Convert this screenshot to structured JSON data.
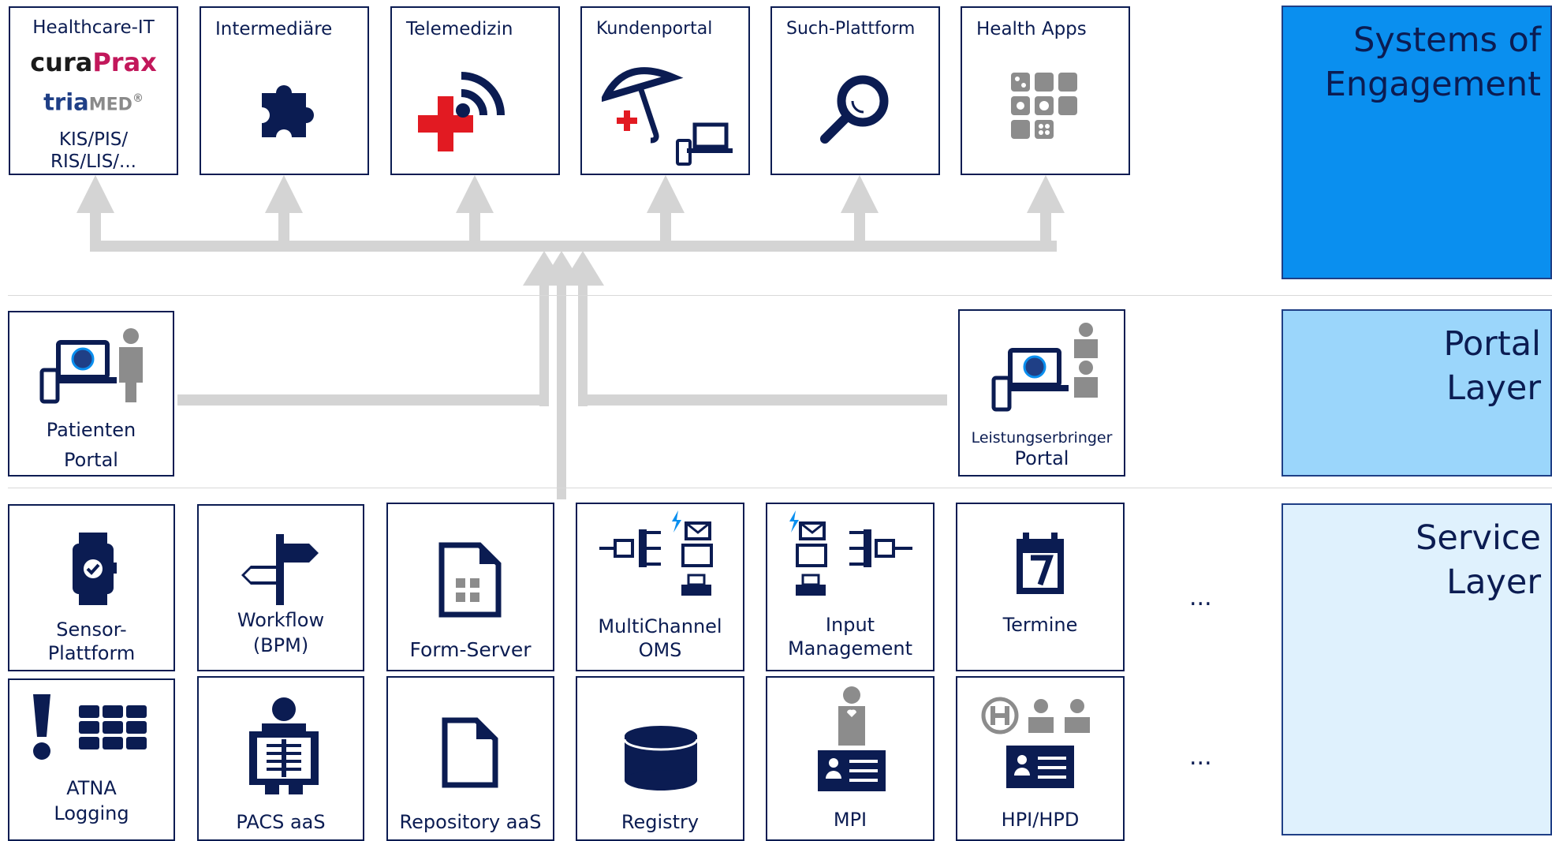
{
  "layers": {
    "engagement": {
      "line1": "Systems of",
      "line2": "Engagement",
      "color": "#0a8fef"
    },
    "portal": {
      "line1": "Portal",
      "line2": "Layer",
      "color": "#9bd6fb"
    },
    "service": {
      "line1": "Service",
      "line2": "Layer",
      "color": "#dff1fd"
    }
  },
  "engagement": {
    "healthcare_it": {
      "title": "Healthcare-IT",
      "brand1_a": "cura",
      "brand1_b": "Prax",
      "brand2_a": "tria",
      "brand2_b": "MED",
      "brand2_mark": "®",
      "line1": "KIS/PIS/",
      "line2": "RIS/LIS/..."
    },
    "intermediaere": {
      "title": "Intermediäre",
      "icon": "puzzle-icon"
    },
    "telemedizin": {
      "title": "Telemedizin",
      "icon": "telemedicine-icon"
    },
    "kundenportal": {
      "title": "Kundenportal",
      "icon": "umbrella-devices-icon"
    },
    "such_plattform": {
      "title": "Such-Plattform",
      "icon": "magnifier-icon"
    },
    "health_apps": {
      "title": "Health Apps",
      "icon": "app-grid-icon"
    }
  },
  "portal": {
    "patienten": {
      "line1": "Patienten",
      "line2": "Portal",
      "icon": "patient-devices-icon"
    },
    "leistungserbringer": {
      "line1": "Leistungserbringer",
      "line2": "Portal",
      "icon": "provider-devices-icon"
    }
  },
  "services_row1": [
    {
      "line1": "Sensor-",
      "line2": "Plattform",
      "icon": "smartwatch-icon"
    },
    {
      "line1": "Workflow",
      "line2": "(BPM)",
      "icon": "signpost-icon"
    },
    {
      "line1": "Form-Server",
      "line2": "",
      "icon": "form-document-icon"
    },
    {
      "line1": "MultiChannel",
      "line2": "OMS",
      "icon": "multichannel-output-icon"
    },
    {
      "line1": "Input",
      "line2": "Management",
      "icon": "input-channels-icon"
    },
    {
      "line1": "Termine",
      "line2": "",
      "icon": "calendar-icon"
    }
  ],
  "services_row2": [
    {
      "line1": "ATNA",
      "line2": "Logging",
      "icon": "log-grid-icon"
    },
    {
      "line1": "PACS aaS",
      "line2": "",
      "icon": "xray-person-icon"
    },
    {
      "line1": "Repository aaS",
      "line2": "",
      "icon": "document-icon"
    },
    {
      "line1": "Registry",
      "line2": "",
      "icon": "database-icon"
    },
    {
      "line1": "MPI",
      "line2": "",
      "icon": "patient-id-icon"
    },
    {
      "line1": "HPI/HPD",
      "line2": "",
      "icon": "hospital-staff-id-icon"
    }
  ],
  "ellipsis": {
    "row1": "...",
    "row2": "..."
  }
}
